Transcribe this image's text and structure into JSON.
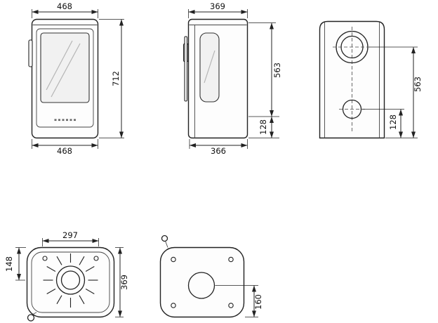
{
  "colors": {
    "line": "#222222",
    "glass_fill": "#f1f1f1",
    "background": "#ffffff"
  },
  "dims": {
    "front_width_top": "468",
    "front_height": "712",
    "front_width_bottom": "468",
    "side_depth_top": "369",
    "side_height_upper": "563",
    "side_height_lower": "128",
    "side_depth_bottom": "366",
    "back_height_upper": "563",
    "back_height_lower": "128",
    "top_width": "297",
    "top_flue_offset": "148",
    "top_depth": "369",
    "bottom_flue_offset": "160"
  }
}
